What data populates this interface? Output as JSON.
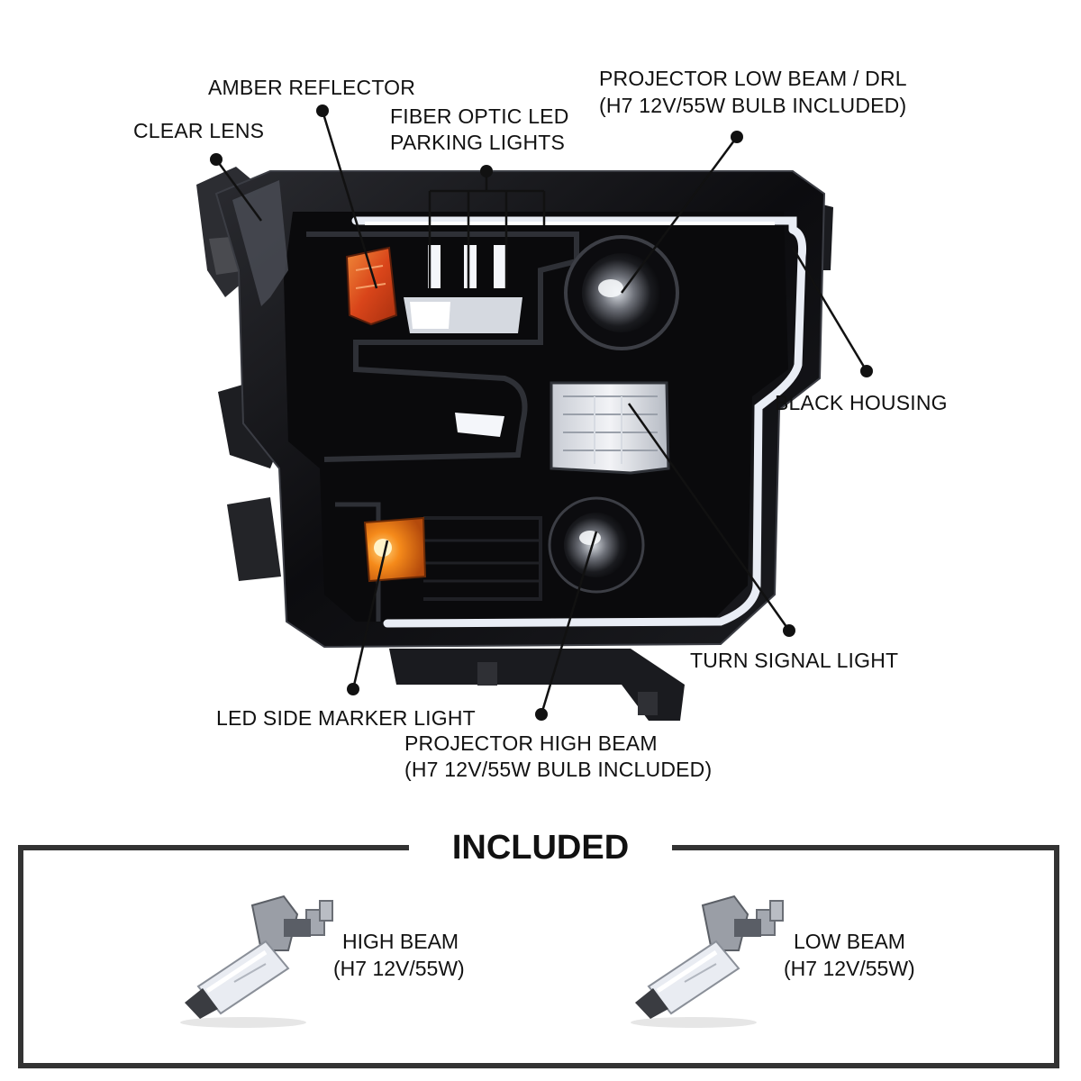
{
  "callouts": {
    "amber_reflector": "AMBER REFLECTOR",
    "clear_lens": "CLEAR LENS",
    "fiber_optic_1": "FIBER OPTIC LED",
    "fiber_optic_2": "PARKING LIGHTS",
    "projector_low_1": "PROJECTOR LOW BEAM / DRL",
    "projector_low_2": "(H7 12V/55W BULB INCLUDED)",
    "black_housing": "BLACK HOUSING",
    "turn_signal": "TURN SIGNAL LIGHT",
    "led_side_marker": "LED SIDE MARKER LIGHT",
    "projector_high_1": "PROJECTOR HIGH BEAM",
    "projector_high_2": "(H7 12V/55W BULB INCLUDED)"
  },
  "included": {
    "title": "INCLUDED",
    "high_beam_1": "HIGH BEAM",
    "high_beam_2": "(H7 12V/55W)",
    "low_beam_1": "LOW BEAM",
    "low_beam_2": "(H7 12V/55W)"
  },
  "colors": {
    "housing": "#0d0d0f",
    "amber": "#e0541f",
    "led_white": "#f4f6fa",
    "frame": "#333333"
  },
  "icons": [
    "headlight-assembly-image",
    "h7-bulb-icon"
  ]
}
